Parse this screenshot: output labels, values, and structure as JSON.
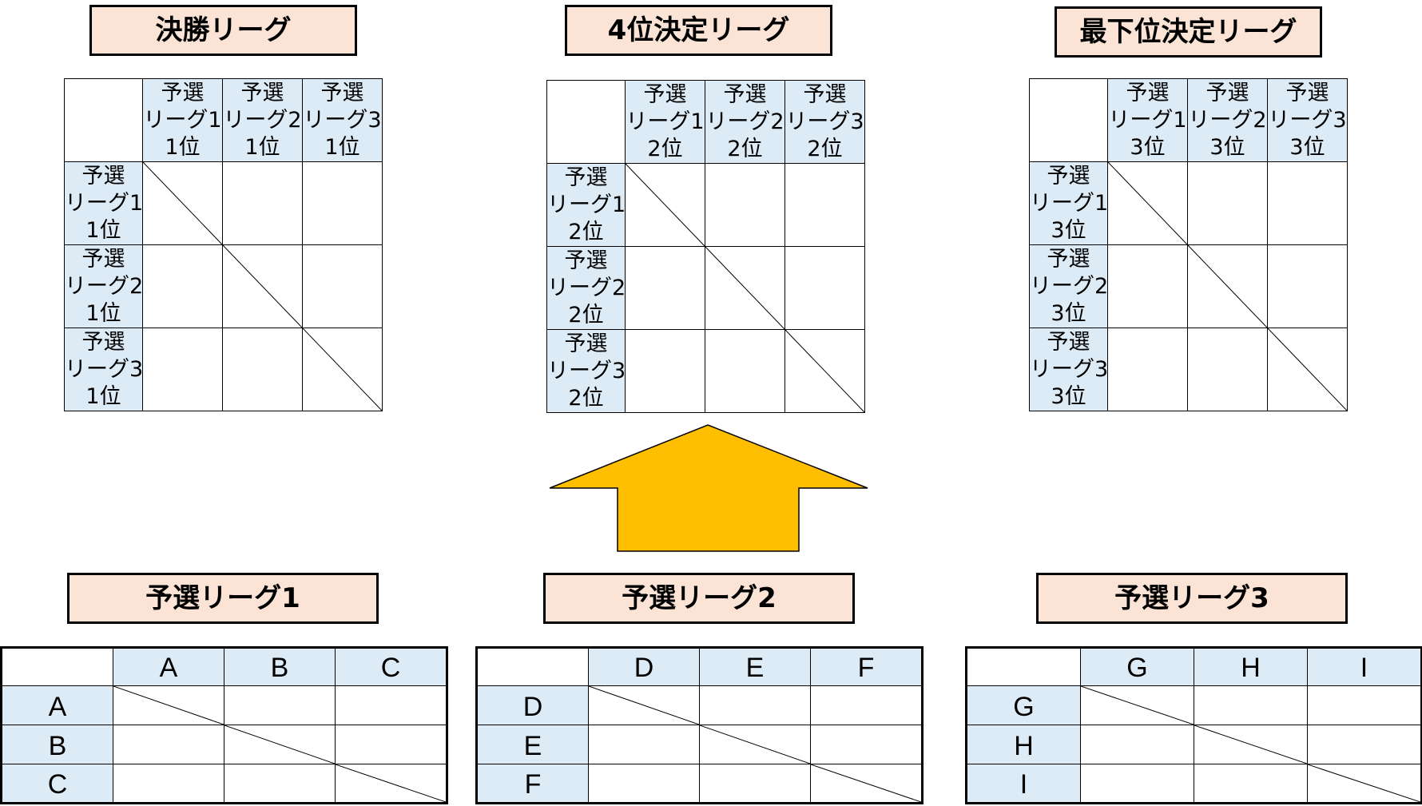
{
  "final_leagues": [
    {
      "title": "決勝リーグ",
      "col_headers": [
        {
          "l1": "予選",
          "l2": "リーグ1",
          "l3": "1位"
        },
        {
          "l1": "予選",
          "l2": "リーグ2",
          "l3": "1位"
        },
        {
          "l1": "予選",
          "l2": "リーグ3",
          "l3": "1位"
        }
      ],
      "row_headers": [
        {
          "l1": "予選",
          "l2": "リーグ1",
          "l3": "1位"
        },
        {
          "l1": "予選",
          "l2": "リーグ2",
          "l3": "1位"
        },
        {
          "l1": "予選",
          "l2": "リーグ3",
          "l3": "1位"
        }
      ]
    },
    {
      "title": "4位決定リーグ",
      "col_headers": [
        {
          "l1": "予選",
          "l2": "リーグ1",
          "l3": "2位"
        },
        {
          "l1": "予選",
          "l2": "リーグ2",
          "l3": "2位"
        },
        {
          "l1": "予選",
          "l2": "リーグ3",
          "l3": "2位"
        }
      ],
      "row_headers": [
        {
          "l1": "予選",
          "l2": "リーグ1",
          "l3": "2位"
        },
        {
          "l1": "予選",
          "l2": "リーグ2",
          "l3": "2位"
        },
        {
          "l1": "予選",
          "l2": "リーグ3",
          "l3": "2位"
        }
      ]
    },
    {
      "title": "最下位決定リーグ",
      "col_headers": [
        {
          "l1": "予選",
          "l2": "リーグ1",
          "l3": "3位"
        },
        {
          "l1": "予選",
          "l2": "リーグ2",
          "l3": "3位"
        },
        {
          "l1": "予選",
          "l2": "リーグ3",
          "l3": "3位"
        }
      ],
      "row_headers": [
        {
          "l1": "予選",
          "l2": "リーグ1",
          "l3": "3位"
        },
        {
          "l1": "予選",
          "l2": "リーグ2",
          "l3": "3位"
        },
        {
          "l1": "予選",
          "l2": "リーグ3",
          "l3": "3位"
        }
      ]
    }
  ],
  "prelim_leagues": [
    {
      "title": "予選リーグ1",
      "teams": [
        "A",
        "B",
        "C"
      ]
    },
    {
      "title": "予選リーグ2",
      "teams": [
        "D",
        "E",
        "F"
      ]
    },
    {
      "title": "予選リーグ3",
      "teams": [
        "G",
        "H",
        "I"
      ]
    }
  ],
  "arrow": {
    "color": "#ffbf00",
    "direction": "up"
  }
}
